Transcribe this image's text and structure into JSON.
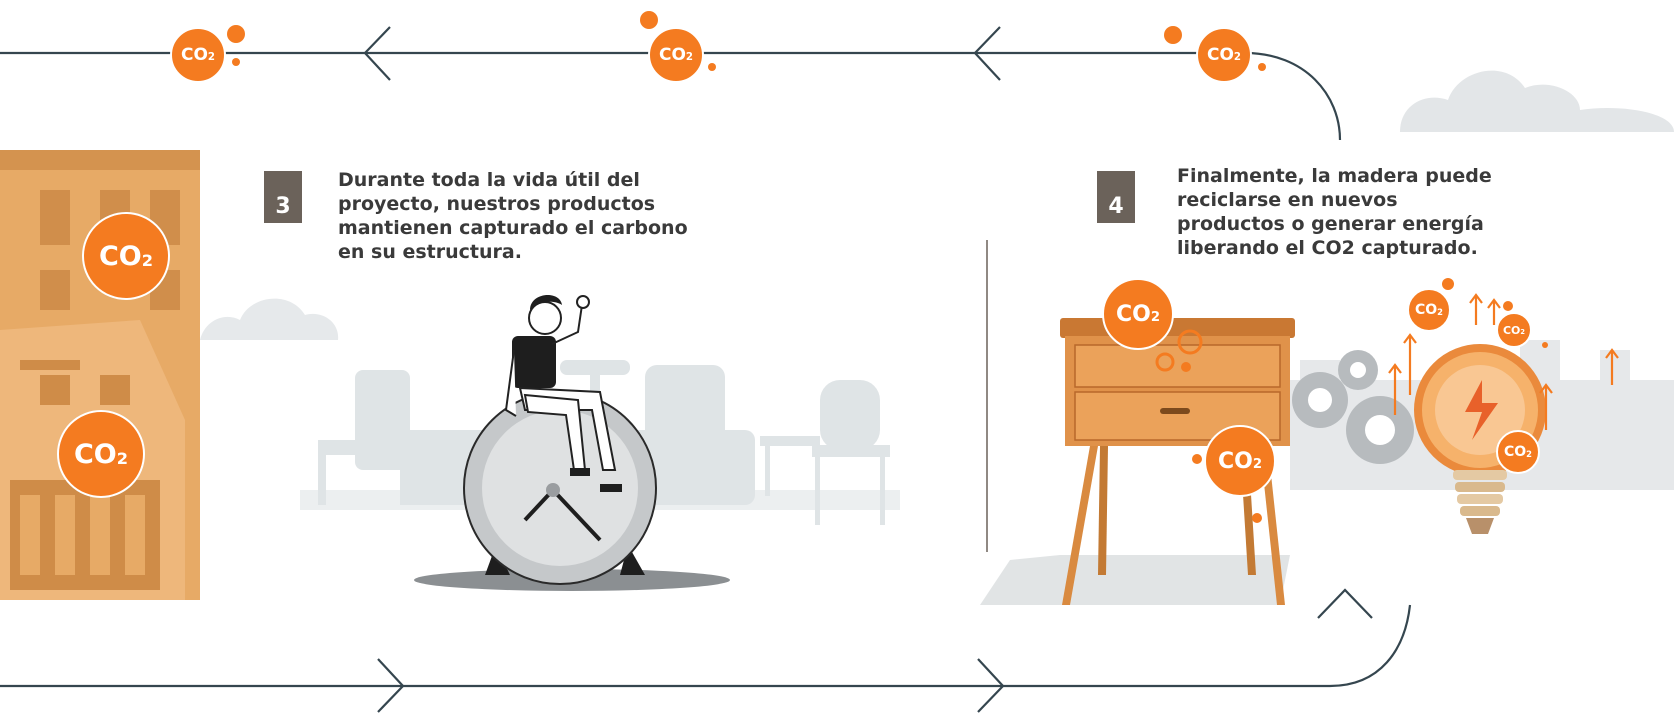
{
  "co2": {
    "main": "CO",
    "sub": "2"
  },
  "step3": {
    "number": "3",
    "text": "Durante toda la vida útil del proyecto, nuestros productos mantienen capturado el carbono en su estructura."
  },
  "step4": {
    "number": "4",
    "text": "Finalmente, la madera puede reciclarse en nuevos productos o generar energía liberando el CO2 capturado."
  },
  "colors": {
    "accent": "#f47b20",
    "line": "#35464f",
    "step_box": "#6b625a",
    "wood": "#e2a15d",
    "silhouette": "#dbe0e2"
  }
}
